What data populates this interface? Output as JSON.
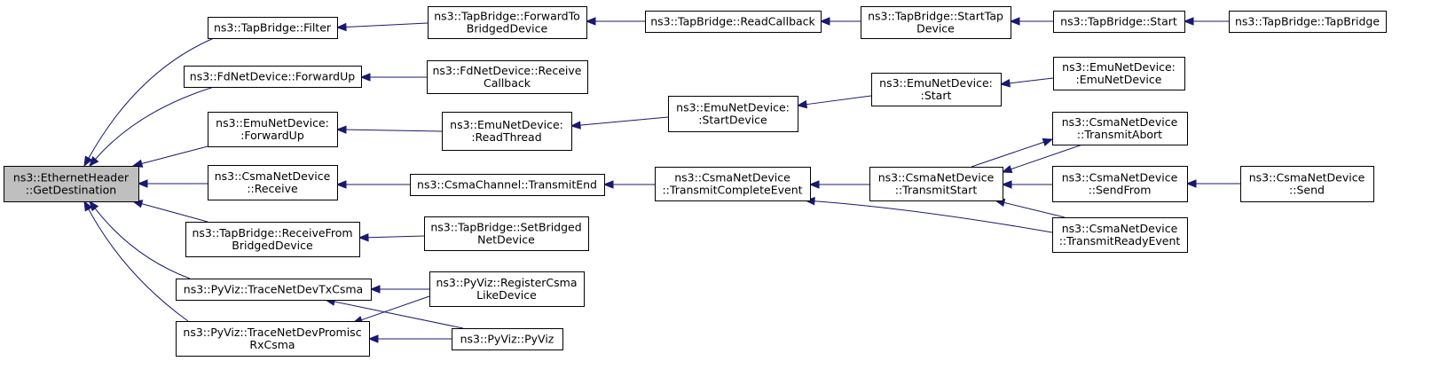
{
  "graph": {
    "direction": "right-to-left (caller graph)",
    "colors": {
      "edge": "#191970",
      "root_fill": "#bfbfbf",
      "node_fill": "#ffffff",
      "border": "#000000"
    },
    "nodes": [
      {
        "id": "root",
        "lines": [
          "ns3::EthernetHeader",
          "::GetDestination"
        ],
        "root": true
      },
      {
        "id": "tb_filter",
        "lines": [
          "ns3::TapBridge::Filter"
        ]
      },
      {
        "id": "fd_fwdup",
        "lines": [
          "ns3::FdNetDevice::ForwardUp"
        ]
      },
      {
        "id": "emu_fwdup",
        "lines": [
          "ns3::EmuNetDevice:",
          ":ForwardUp"
        ]
      },
      {
        "id": "csma_recv",
        "lines": [
          "ns3::CsmaNetDevice",
          "::Receive"
        ]
      },
      {
        "id": "tb_recvfrom",
        "lines": [
          "ns3::TapBridge::ReceiveFrom",
          "BridgedDevice"
        ]
      },
      {
        "id": "pv_tx",
        "lines": [
          "ns3::PyViz::TraceNetDevTxCsma"
        ]
      },
      {
        "id": "pv_prom",
        "lines": [
          "ns3::PyViz::TraceNetDevPromisc",
          "RxCsma"
        ]
      },
      {
        "id": "tb_fwdto",
        "lines": [
          "ns3::TapBridge::ForwardTo",
          "BridgedDevice"
        ]
      },
      {
        "id": "fd_recvcb",
        "lines": [
          "ns3::FdNetDevice::Receive",
          "Callback"
        ]
      },
      {
        "id": "emu_readthread",
        "lines": [
          "ns3::EmuNetDevice:",
          ":ReadThread"
        ]
      },
      {
        "id": "cc_txend",
        "lines": [
          "ns3::CsmaChannel::TransmitEnd"
        ]
      },
      {
        "id": "tb_setbridged",
        "lines": [
          "ns3::TapBridge::SetBridged",
          "NetDevice"
        ]
      },
      {
        "id": "pv_register",
        "lines": [
          "ns3::PyViz::RegisterCsma",
          "LikeDevice"
        ]
      },
      {
        "id": "pv_pyviz",
        "lines": [
          "ns3::PyViz::PyViz"
        ]
      },
      {
        "id": "tb_readcb",
        "lines": [
          "ns3::TapBridge::ReadCallback"
        ]
      },
      {
        "id": "emu_startdev",
        "lines": [
          "ns3::EmuNetDevice:",
          ":StartDevice"
        ]
      },
      {
        "id": "csma_txcomplete",
        "lines": [
          "ns3::CsmaNetDevice",
          "::TransmitCompleteEvent"
        ]
      },
      {
        "id": "tb_starttap",
        "lines": [
          "ns3::TapBridge::StartTap",
          "Device"
        ]
      },
      {
        "id": "emu_start",
        "lines": [
          "ns3::EmuNetDevice:",
          ":Start"
        ]
      },
      {
        "id": "csma_txstart",
        "lines": [
          "ns3::CsmaNetDevice",
          "::TransmitStart"
        ]
      },
      {
        "id": "tb_start",
        "lines": [
          "ns3::TapBridge::Start"
        ]
      },
      {
        "id": "emu_ctor",
        "lines": [
          "ns3::EmuNetDevice:",
          ":EmuNetDevice"
        ]
      },
      {
        "id": "csma_txabort",
        "lines": [
          "ns3::CsmaNetDevice",
          "::TransmitAbort"
        ]
      },
      {
        "id": "csma_sendfrom",
        "lines": [
          "ns3::CsmaNetDevice",
          "::SendFrom"
        ]
      },
      {
        "id": "csma_txready",
        "lines": [
          "ns3::CsmaNetDevice",
          "::TransmitReadyEvent"
        ]
      },
      {
        "id": "tb_ctor",
        "lines": [
          "ns3::TapBridge::TapBridge"
        ]
      },
      {
        "id": "csma_send",
        "lines": [
          "ns3::CsmaNetDevice",
          "::Send"
        ]
      }
    ],
    "edges": [
      {
        "from": "tb_filter",
        "to": "root"
      },
      {
        "from": "fd_fwdup",
        "to": "root"
      },
      {
        "from": "emu_fwdup",
        "to": "root"
      },
      {
        "from": "csma_recv",
        "to": "root"
      },
      {
        "from": "tb_recvfrom",
        "to": "root"
      },
      {
        "from": "pv_tx",
        "to": "root"
      },
      {
        "from": "pv_prom",
        "to": "root"
      },
      {
        "from": "tb_fwdto",
        "to": "tb_filter"
      },
      {
        "from": "fd_recvcb",
        "to": "fd_fwdup"
      },
      {
        "from": "emu_readthread",
        "to": "emu_fwdup"
      },
      {
        "from": "cc_txend",
        "to": "csma_recv"
      },
      {
        "from": "tb_setbridged",
        "to": "tb_recvfrom"
      },
      {
        "from": "pv_register",
        "to": "pv_tx"
      },
      {
        "from": "pv_pyviz",
        "to": "pv_tx"
      },
      {
        "from": "pv_register",
        "to": "pv_prom"
      },
      {
        "from": "pv_pyviz",
        "to": "pv_prom"
      },
      {
        "from": "tb_readcb",
        "to": "tb_fwdto"
      },
      {
        "from": "emu_startdev",
        "to": "emu_readthread"
      },
      {
        "from": "csma_txcomplete",
        "to": "cc_txend"
      },
      {
        "from": "tb_starttap",
        "to": "tb_readcb"
      },
      {
        "from": "emu_start",
        "to": "emu_startdev"
      },
      {
        "from": "csma_txstart",
        "to": "csma_txcomplete"
      },
      {
        "from": "csma_txready",
        "to": "csma_txcomplete"
      },
      {
        "from": "tb_start",
        "to": "tb_starttap"
      },
      {
        "from": "emu_ctor",
        "to": "emu_start"
      },
      {
        "from": "csma_txabort",
        "to": "csma_txstart"
      },
      {
        "from": "csma_sendfrom",
        "to": "csma_txstart"
      },
      {
        "from": "csma_txready",
        "to": "csma_txstart"
      },
      {
        "from": "csma_txstart",
        "to": "csma_txabort"
      },
      {
        "from": "tb_ctor",
        "to": "tb_start"
      },
      {
        "from": "csma_send",
        "to": "csma_sendfrom"
      }
    ]
  }
}
